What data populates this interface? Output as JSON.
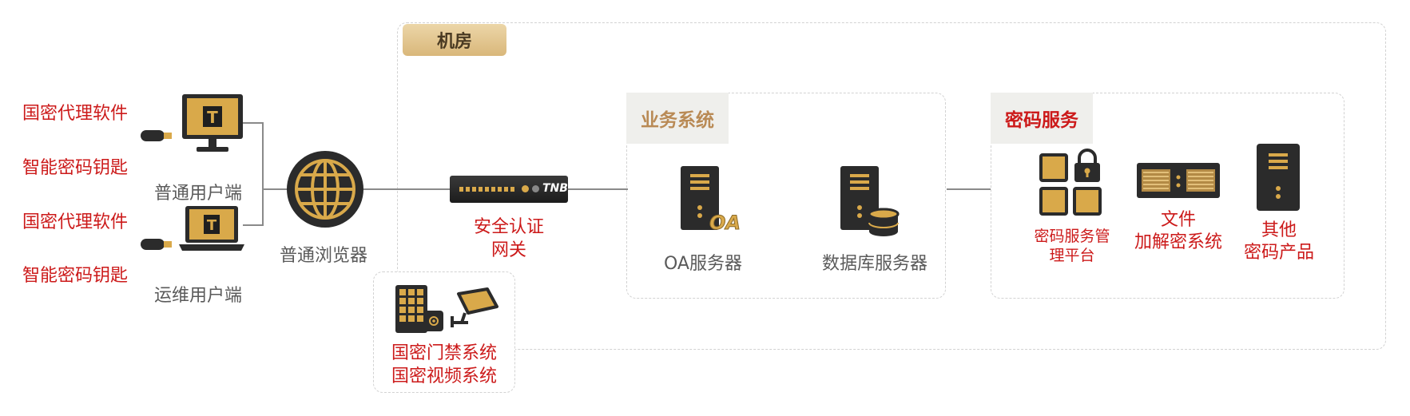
{
  "left_labels": {
    "soft_1": "国密代理软件",
    "key_1": "智能密码钥匙",
    "soft_2": "国密代理软件",
    "key_2": "智能密码钥匙"
  },
  "clients": {
    "normal": "普通用户端",
    "ops": "运维用户端",
    "browser": "普通浏览器"
  },
  "machine_room": {
    "title": "机房"
  },
  "gateway": {
    "device_text": "TNB",
    "line1": "安全认证",
    "line2": "网关"
  },
  "access_box": {
    "line1": "国密门禁系统",
    "line2": "国密视频系统"
  },
  "business": {
    "title": "业务系统",
    "oa_server": "OA服务器",
    "oa_icon_text": "OA",
    "db_server": "数据库服务器"
  },
  "crypto": {
    "title": "密码服务",
    "platform_line1": "密码服务管",
    "platform_line2": "理平台",
    "file_line1": "文件",
    "file_line2": "加解密系统",
    "other_line1": "其他",
    "other_line2": "密码产品"
  },
  "colors": {
    "red": "#cc1a1a",
    "gold": "#d9a94a",
    "dark": "#2b2b2b",
    "tag_bg": "#e8cfa0",
    "tag_text": "#5a4630"
  }
}
